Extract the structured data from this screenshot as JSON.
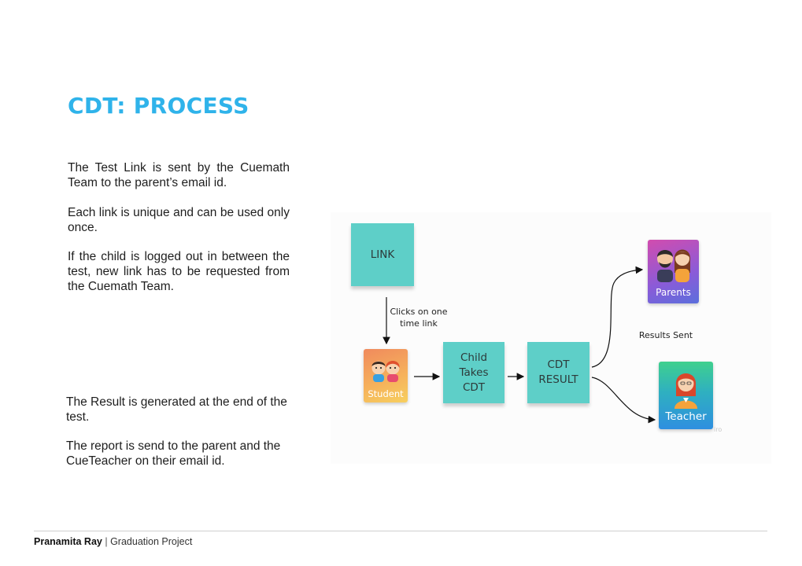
{
  "title": "CDT: PROCESS",
  "paragraphs": {
    "p1": "The Test Link is sent by the Cuemath Team to the parent’s email id.",
    "p2": "Each link is unique and can be used only once.",
    "p3": "If the child is logged out in between the test, new link has to be requested from the Cuemath Team.",
    "p4": "The Result is generated at the end of the test.",
    "p5": "The report is send to the parent and the CueTeacher on their email id."
  },
  "diagram": {
    "link": "LINK",
    "clicks_line1": "Clicks on one",
    "clicks_line2": "time link",
    "student": "Student",
    "child_line1": "Child",
    "child_line2": "Takes",
    "child_line3": "CDT",
    "result_line1": "CDT",
    "result_line2": "RESULT",
    "results_sent": "Results Sent",
    "parents": "Parents",
    "teacher": "Teacher",
    "watermark": "iro"
  },
  "colors": {
    "title": "#2fb3ea",
    "sticky": "#5ecfc8",
    "student_card": [
      "#f6a25b",
      "#f7c65a"
    ],
    "parents_card": [
      "#c645b8",
      "#5b6fdc"
    ],
    "teacher_card": [
      "#3fd08e",
      "#2f8fe0"
    ]
  },
  "footer": {
    "name": "Pranamita Ray",
    "separator": "|",
    "project": "Graduation Project"
  }
}
